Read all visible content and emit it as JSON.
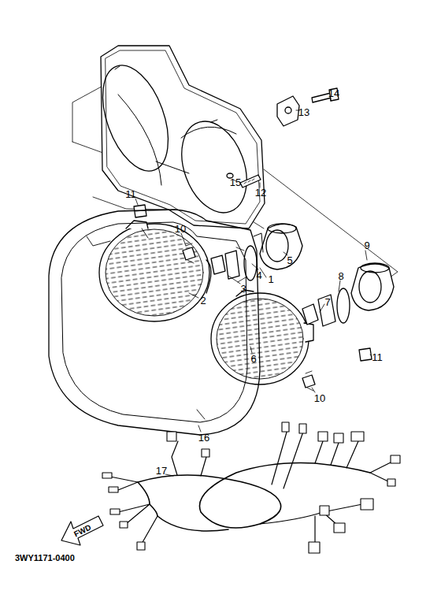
{
  "diagram": {
    "labels": [
      "14",
      "13",
      "12",
      "15",
      "1",
      "11",
      "10",
      "5",
      "4",
      "3",
      "2",
      "9",
      "8",
      "7",
      "6",
      "11",
      "10",
      "16",
      "17",
      "FWD",
      "3WY1171-0400"
    ]
  }
}
